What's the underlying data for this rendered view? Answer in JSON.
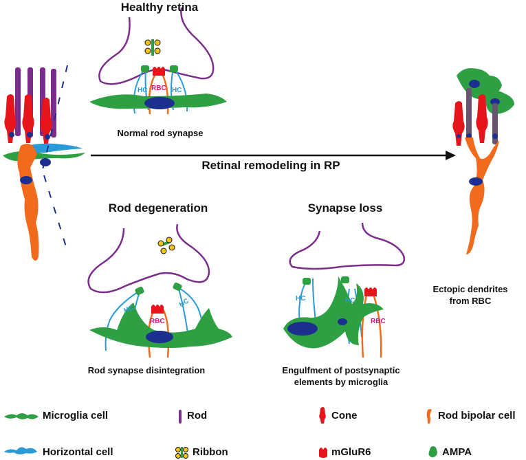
{
  "titles": {
    "healthy": "Healthy retina",
    "rod_degeneration": "Rod degeneration",
    "synapse_loss": "Synapse loss"
  },
  "captions": {
    "normal": "Normal rod synapse",
    "disintegration": "Rod synapse disintegration",
    "engulfment_line1": "Engulfment of postsynaptic",
    "engulfment_line2": "elements by microglia",
    "ectopic_line1": "Ectopic dendrites",
    "ectopic_line2": "from RBC"
  },
  "arrow_label": "Retinal remodeling in RP",
  "cell_labels": {
    "hc": "HC",
    "rbc": "RBC"
  },
  "legend": [
    {
      "label": "Microglia cell",
      "icon": "microglia-icon"
    },
    {
      "label": "Rod",
      "icon": "rod-icon"
    },
    {
      "label": "Cone",
      "icon": "cone-icon"
    },
    {
      "label": "Rod bipolar cell",
      "icon": "rod-bipolar-icon"
    },
    {
      "label": "Horizontal cell",
      "icon": "horizontal-cell-icon"
    },
    {
      "label": "Ribbon",
      "icon": "ribbon-icon"
    },
    {
      "label": "mGluR6",
      "icon": "mglur6-icon"
    },
    {
      "label": "AMPA",
      "icon": "ampa-icon"
    }
  ],
  "colors": {
    "microglia": "#2ea043",
    "rod": "#7b2d8b",
    "cone": "#e8141b",
    "bipolar": "#f26b1d",
    "horizontal": "#2a9bd6",
    "nucleus": "#1c2f8f",
    "rbc_text": "#e0157a",
    "hc_text": "#2a9bd6"
  }
}
